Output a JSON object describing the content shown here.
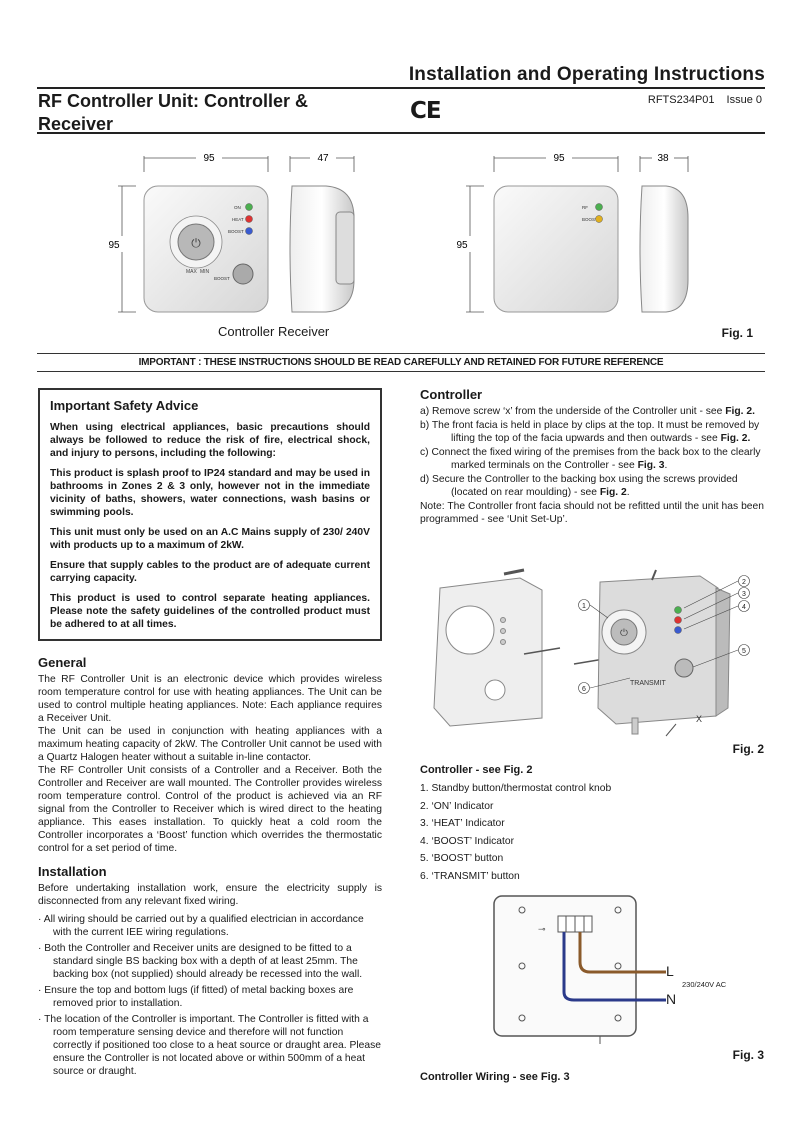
{
  "header": {
    "title": "Installation and Operating Instructions",
    "doc_title": "RF Controller Unit: Controller & Receiver",
    "ce_mark": "CE",
    "ref_code": "RFTS234P01",
    "issue": "Issue 0"
  },
  "fig1": {
    "controller_width": "95",
    "controller_depth": "47",
    "controller_height": "95",
    "receiver_width": "95",
    "receiver_depth": "38",
    "receiver_height": "95",
    "on_label": "ON",
    "heat_label": "HEAT",
    "boost_label": "BOOST",
    "max_label": "MAX",
    "min_label": "MIN",
    "boost_button_label": "BOOST",
    "rf_label": "RF",
    "receiver_boost_label": "BOOST",
    "caption": "Controller Receiver",
    "fig_label": "Fig. 1"
  },
  "important_notice": "IMPORTANT : THESE INSTRUCTIONS SHOULD BE READ CAREFULLY AND RETAINED FOR FUTURE REFERENCE",
  "safety": {
    "title": "Important Safety Advice",
    "paragraphs": [
      "When using electrical appliances, basic precautions should always be followed to reduce the risk of fire, electrical shock, and injury to persons, including the following:",
      "This product is splash proof to IP24 standard and may be used in bathrooms in Zones 2 & 3 only, however not in the immediate vicinity of baths, showers, water connections, wash basins or swimming pools.",
      "This unit must only be used on an A.C Mains supply of 230/ 240V with products up to a maximum of 2kW.",
      "Ensure that supply cables to the product are of adequate current carrying capacity.",
      "This product is used to control separate heating appliances. Please note the safety guidelines of the controlled product must be adhered to at all times."
    ]
  },
  "general": {
    "heading": "General",
    "paragraphs": [
      "The RF Controller Unit is an electronic device which provides wireless room temperature control for use with heating appliances. The Unit can be used to control multiple heating appliances. Note: Each appliance requires a Receiver Unit.",
      "The Unit can be used in conjunction with heating appliances with a maximum heating capacity of 2kW. The Controller Unit cannot be used with a Quartz Halogen heater without a suitable in-line contactor.",
      "The RF Controller Unit consists of a Controller and a Receiver. Both the Controller and Receiver are wall mounted. The Controller provides wireless room temperature control. Control of the product is achieved via an RF signal from the Controller to Receiver which is wired direct to the heating appliance. This eases installation. To quickly heat a cold room the Controller incorporates a ‘Boost’ function which overrides the thermostatic control for a set period of time."
    ]
  },
  "installation": {
    "heading": "Installation",
    "intro": "Before undertaking installation work, ensure the electricity supply is disconnected from any relevant fixed wiring.",
    "bullets": [
      "· All wiring should be carried out by a qualified electrician in accordance with the current IEE wiring regulations.",
      "· Both the Controller and Receiver units are designed to be fitted to a standard single BS backing box with a depth of at least 25mm. The backing box (not supplied) should already be recessed into the wall.",
      "· Ensure the top and bottom lugs (if fitted) of metal backing boxes are removed prior to installation.",
      "· The location of the Controller is important. The Controller is fitted with a room temperature sensing device and therefore will not function correctly if positioned too close to a heat source or draught area. Please ensure the Controller is not located above or within 500mm of a heat source or draught."
    ]
  },
  "controller": {
    "heading": "Controller",
    "steps": [
      {
        "prefix": "a) Remove screw ‘x’ from the underside of the Controller unit - see ",
        "ref": "Fig. 2.",
        "suffix": ""
      },
      {
        "prefix": "b) The front facia is held in place by clips at the top. It must be removed by lifting the top of the facia upwards and then outwards - see ",
        "ref": "Fig. 2.",
        "suffix": ""
      },
      {
        "prefix": "c) Connect the fixed wiring of the premises from the back box to the clearly marked terminals on the Controller - see ",
        "ref": "Fig. 3",
        "suffix": "."
      },
      {
        "prefix": "d) Secure the Controller to the backing box using the screws provided (located on rear moulding) - see ",
        "ref": "Fig. 2",
        "suffix": "."
      }
    ],
    "note": "Note: The Controller front facia should not be refitted until the unit has been programmed - see ‘Unit Set-Up’."
  },
  "fig2": {
    "callouts": [
      "1",
      "2",
      "3",
      "4",
      "5",
      "6"
    ],
    "screw_label": "X",
    "transmit_text": "TRANSMIT",
    "fig_label": "Fig. 2",
    "list_heading": "Controller - see Fig. 2",
    "items": [
      "1. Standby button/thermostat control knob",
      "2. ‘ON’ Indicator",
      "3. ‘HEAT’ Indicator",
      "4. ‘BOOST’ Indicator",
      "5. ‘BOOST’ button",
      "6. ‘TRANSMIT’ button"
    ]
  },
  "fig3": {
    "live_label": "L",
    "neutral_label": "N",
    "supply_label": "230/240V AC",
    "fig_label": "Fig. 3",
    "caption": "Controller Wiring - see Fig. 3"
  },
  "colors": {
    "live_wire": "#8a5a2b",
    "neutral_wire": "#2b3a8a",
    "led_green": "#4caf50",
    "led_red": "#d33",
    "led_blue": "#3a5bd0",
    "led_yellow": "#e0b020"
  }
}
